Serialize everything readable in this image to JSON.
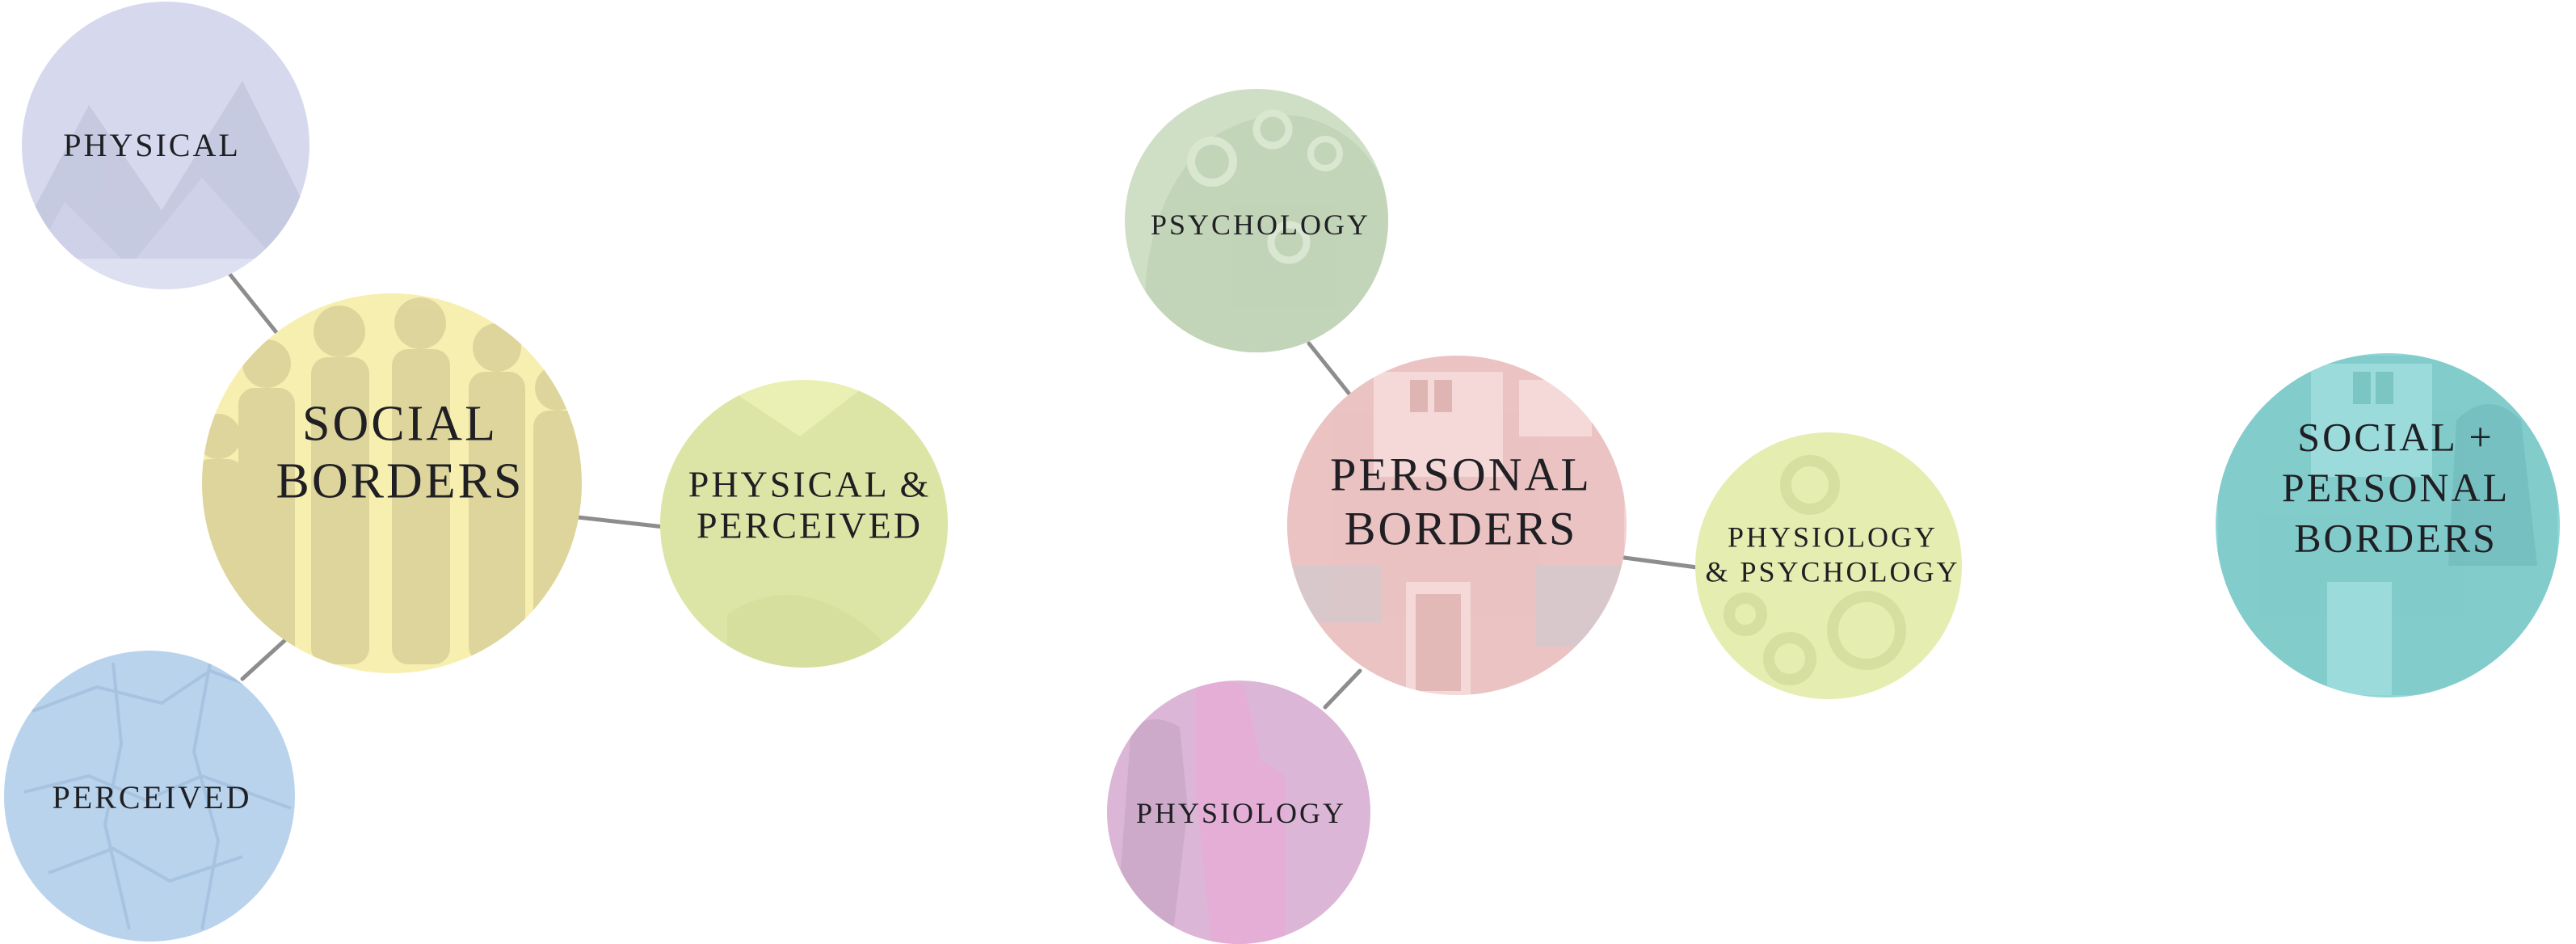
{
  "social_group": {
    "center": {
      "lines": [
        "SOCIAL",
        "BORDERS"
      ],
      "color": "#f7efb0"
    },
    "physical": {
      "lines": [
        "PHYSICAL"
      ],
      "color": "#d6d9ee"
    },
    "physical_perceived": {
      "lines": [
        "PHYSICAL &",
        "PERCEIVED"
      ],
      "color": "#eaf0b3"
    },
    "perceived": {
      "lines": [
        "PERCEIVED"
      ],
      "color": "#b9d3ec"
    }
  },
  "personal_group": {
    "center": {
      "lines": [
        "PERSONAL",
        "BORDERS"
      ],
      "color": "#f3d2d1"
    },
    "psychology": {
      "lines": [
        "PSYCHOLOGY"
      ],
      "color": "#cfdfc6"
    },
    "physiology_psychology": {
      "lines": [
        "PHYSIOLOGY",
        "& PSYCHOLOGY"
      ],
      "color": "#e5edb0"
    },
    "physiology": {
      "lines": [
        "PHYSIOLOGY"
      ],
      "color": "#dcb6d6"
    }
  },
  "combined": {
    "lines": [
      "SOCIAL +",
      "PERSONAL",
      "BORDERS"
    ],
    "color": "#8fd6d6"
  }
}
